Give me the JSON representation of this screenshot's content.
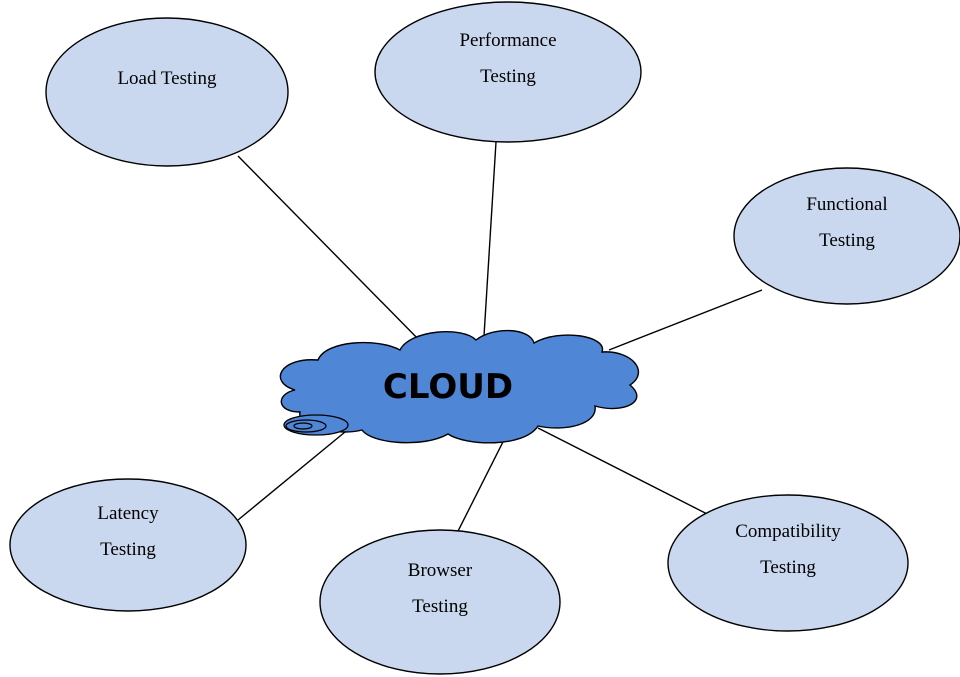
{
  "diagram": {
    "center": {
      "label": "CLOUD",
      "fill_color": "#4f86d6",
      "stroke_color": "#000000"
    },
    "node_fill_color": "#c9d8ef",
    "nodes": [
      {
        "id": "load-testing",
        "lines": [
          "Load Testing"
        ]
      },
      {
        "id": "performance-testing",
        "lines": [
          "Performance",
          "Testing"
        ]
      },
      {
        "id": "functional-testing",
        "lines": [
          "Functional",
          "Testing"
        ]
      },
      {
        "id": "latency-testing",
        "lines": [
          "Latency",
          "Testing"
        ]
      },
      {
        "id": "browser-testing",
        "lines": [
          "Browser",
          "Testing"
        ]
      },
      {
        "id": "compatibility-testing",
        "lines": [
          "Compatibility",
          "Testing"
        ]
      }
    ]
  }
}
